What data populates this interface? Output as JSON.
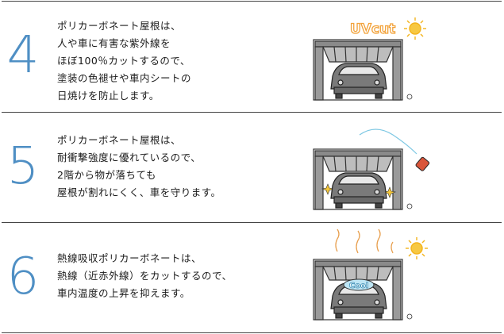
{
  "items": [
    {
      "number": "4",
      "lines": [
        "ポリカーボネート屋根は、",
        "人や車に有害な紫外線を",
        "ほぼ100％カットするので、",
        "塗装の色褪せや車内シートの",
        "日焼けを防止します。"
      ],
      "illustration_label": "UVcut"
    },
    {
      "number": "5",
      "lines": [
        "ポリカーボネート屋根は、",
        "耐衝撃強度に優れているので、",
        "2階から物が落ちても",
        "屋根が割れにくく、車を守ります。"
      ],
      "illustration_label": ""
    },
    {
      "number": "6",
      "lines": [
        "熱線吸収ポリカーボネートは、",
        "熱線（近赤外線）をカットするので、",
        "車内温度の上昇を抑えます。"
      ],
      "illustration_label": "Cool"
    }
  ],
  "colors": {
    "number": "#4f8fc4",
    "sun": "#f3b31c",
    "uv_text": "#f2a23a",
    "cool_fill": "#bfe6f5",
    "garage": "#8a8a8a",
    "car": "#7a7a7a",
    "heat": "#e8a050",
    "can": "#d9553a"
  }
}
